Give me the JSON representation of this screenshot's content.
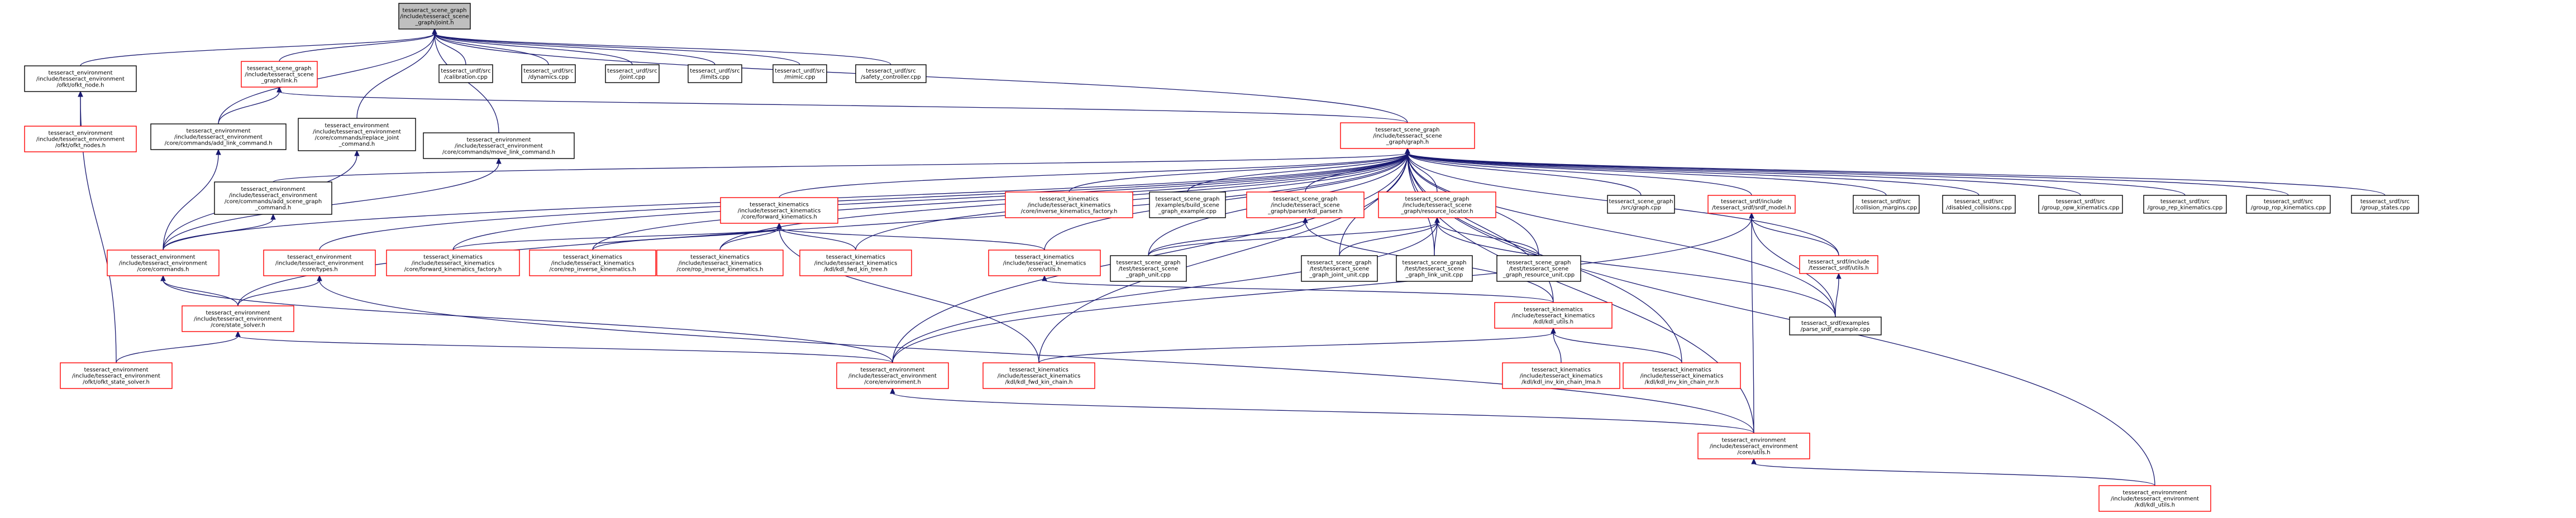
{
  "diagram": {
    "nodes": [
      {
        "id": "joint_h",
        "style": "root",
        "lines": [
          "tesseract_scene_graph",
          "/include/tesseract_scene",
          "_graph/joint.h"
        ]
      },
      {
        "id": "ofkt_node_h",
        "style": "black",
        "lines": [
          "tesseract_environment",
          "/include/tesseract_environment",
          "/ofkt/ofkt_node.h"
        ]
      },
      {
        "id": "link_h",
        "style": "red",
        "lines": [
          "tesseract_scene_graph",
          "/include/tesseract_scene",
          "_graph/link.h"
        ]
      },
      {
        "id": "urdf_calibration",
        "style": "black",
        "lines": [
          "tesseract_urdf/src",
          "/calibration.cpp"
        ]
      },
      {
        "id": "urdf_dynamics",
        "style": "black",
        "lines": [
          "tesseract_urdf/src",
          "/dynamics.cpp"
        ]
      },
      {
        "id": "urdf_joint",
        "style": "black",
        "lines": [
          "tesseract_urdf/src",
          "/joint.cpp"
        ]
      },
      {
        "id": "urdf_limits",
        "style": "black",
        "lines": [
          "tesseract_urdf/src",
          "/limits.cpp"
        ]
      },
      {
        "id": "urdf_mimic",
        "style": "black",
        "lines": [
          "tesseract_urdf/src",
          "/mimic.cpp"
        ]
      },
      {
        "id": "urdf_safety",
        "style": "black",
        "lines": [
          "tesseract_urdf/src",
          "/safety_controller.cpp"
        ]
      },
      {
        "id": "ofkt_nodes_h",
        "style": "red",
        "lines": [
          "tesseract_environment",
          "/include/tesseract_environment",
          "/ofkt/ofkt_nodes.h"
        ]
      },
      {
        "id": "add_link_cmd",
        "style": "black",
        "lines": [
          "tesseract_environment",
          "/include/tesseract_environment",
          "/core/commands/add_link_command.h"
        ]
      },
      {
        "id": "replace_joint_cmd",
        "style": "black",
        "lines": [
          "tesseract_environment",
          "/include/tesseract_environment",
          "/core/commands/replace_joint",
          "_command.h"
        ]
      },
      {
        "id": "move_link_cmd",
        "style": "black",
        "lines": [
          "tesseract_environment",
          "/include/tesseract_environment",
          "/core/commands/move_link_command.h"
        ]
      },
      {
        "id": "graph_h",
        "style": "red",
        "lines": [
          "tesseract_scene_graph",
          "/include/tesseract_scene",
          "_graph/graph.h"
        ]
      },
      {
        "id": "add_scene_graph_cmd",
        "style": "black",
        "lines": [
          "tesseract_environment",
          "/include/tesseract_environment",
          "/core/commands/add_scene_graph",
          "_command.h"
        ]
      },
      {
        "id": "forward_kinematics_h",
        "style": "red",
        "lines": [
          "tesseract_kinematics",
          "/include/tesseract_kinematics",
          "/core/forward_kinematics.h"
        ]
      },
      {
        "id": "inverse_kin_factory",
        "style": "red",
        "lines": [
          "tesseract_kinematics",
          "/include/tesseract_kinematics",
          "/core/inverse_kinematics_factory.h"
        ]
      },
      {
        "id": "build_scene_graph_example",
        "style": "black",
        "lines": [
          "tesseract_scene_graph",
          "/examples/build_scene",
          "_graph_example.cpp"
        ]
      },
      {
        "id": "kdl_parser_h",
        "style": "red",
        "lines": [
          "tesseract_scene_graph",
          "/include/tesseract_scene",
          "_graph/parser/kdl_parser.h"
        ]
      },
      {
        "id": "resource_locator_h",
        "style": "red",
        "lines": [
          "tesseract_scene_graph",
          "/include/tesseract_scene",
          "_graph/resource_locator.h"
        ]
      },
      {
        "id": "sg_graph_cpp",
        "style": "black",
        "lines": [
          "tesseract_scene_graph",
          "/src/graph.cpp"
        ]
      },
      {
        "id": "urdf_model_h",
        "style": "red",
        "lines": [
          "tesseract_srdf/include",
          "/tesseract_srdf/srdf_model.h"
        ]
      },
      {
        "id": "srdf_collision_margins",
        "style": "black",
        "lines": [
          "tesseract_srdf/src",
          "/collision_margins.cpp"
        ]
      },
      {
        "id": "srdf_disabled_collisions",
        "style": "black",
        "lines": [
          "tesseract_srdf/src",
          "/disabled_collisions.cpp"
        ]
      },
      {
        "id": "srdf_group_opw",
        "style": "black",
        "lines": [
          "tesseract_srdf/src",
          "/group_opw_kinematics.cpp"
        ]
      },
      {
        "id": "srdf_group_rep",
        "style": "black",
        "lines": [
          "tesseract_srdf/src",
          "/group_rep_kinematics.cpp"
        ]
      },
      {
        "id": "srdf_group_rop",
        "style": "black",
        "lines": [
          "tesseract_srdf/src",
          "/group_rop_kinematics.cpp"
        ]
      },
      {
        "id": "srdf_group_states",
        "style": "black",
        "lines": [
          "tesseract_srdf/src",
          "/group_states.cpp"
        ]
      },
      {
        "id": "commands_h",
        "style": "red",
        "lines": [
          "tesseract_environment",
          "/include/tesseract_environment",
          "/core/commands.h"
        ]
      },
      {
        "id": "types_h",
        "style": "red",
        "lines": [
          "tesseract_environment",
          "/include/tesseract_environment",
          "/core/types.h"
        ]
      },
      {
        "id": "fwd_kin_factory",
        "style": "red",
        "lines": [
          "tesseract_kinematics",
          "/include/tesseract_kinematics",
          "/core/forward_kinematics_factory.h"
        ]
      },
      {
        "id": "rep_inverse_kin",
        "style": "red",
        "lines": [
          "tesseract_kinematics",
          "/include/tesseract_kinematics",
          "/core/rep_inverse_kinematics.h"
        ]
      },
      {
        "id": "rop_inverse_kin",
        "style": "red",
        "lines": [
          "tesseract_kinematics",
          "/include/tesseract_kinematics",
          "/core/rop_inverse_kinematics.h"
        ]
      },
      {
        "id": "kdl_fwd_kin_tree",
        "style": "red",
        "lines": [
          "tesseract_kinematics",
          "/include/tesseract_kinematics",
          "/kdl/kdl_fwd_kin_tree.h"
        ]
      },
      {
        "id": "kin_utils_h",
        "style": "red",
        "lines": [
          "tesseract_kinematics",
          "/include/tesseract_kinematics",
          "/core/utils.h"
        ]
      },
      {
        "id": "sg_graph_unit",
        "style": "black",
        "lines": [
          "tesseract_scene_graph",
          "/test/tesseract_scene",
          "_graph_unit.cpp"
        ]
      },
      {
        "id": "sg_joint_unit",
        "style": "black",
        "lines": [
          "tesseract_scene_graph",
          "/test/tesseract_scene",
          "_graph_joint_unit.cpp"
        ]
      },
      {
        "id": "sg_link_unit",
        "style": "black",
        "lines": [
          "tesseract_scene_graph",
          "/test/tesseract_scene",
          "_graph_link_unit.cpp"
        ]
      },
      {
        "id": "sg_resource_unit",
        "style": "black",
        "lines": [
          "tesseract_scene_graph",
          "/test/tesseract_scene",
          "_graph_resource_unit.cpp"
        ]
      },
      {
        "id": "srdf_utils_h",
        "style": "red",
        "lines": [
          "tesseract_srdf/include",
          "/tesseract_srdf/utils.h"
        ]
      },
      {
        "id": "state_solver_h",
        "style": "red",
        "lines": [
          "tesseract_environment",
          "/include/tesseract_environment",
          "/core/state_solver.h"
        ]
      },
      {
        "id": "kdl_utils_h",
        "style": "red",
        "lines": [
          "tesseract_kinematics",
          "/include/tesseract_kinematics",
          "/kdl/kdl_utils.h"
        ]
      },
      {
        "id": "parse_srdf_example",
        "style": "black",
        "lines": [
          "tesseract_srdf/examples",
          "/parse_srdf_example.cpp"
        ]
      },
      {
        "id": "ofkt_state_solver",
        "style": "red",
        "lines": [
          "tesseract_environment",
          "/include/tesseract_environment",
          "/ofkt/ofkt_state_solver.h"
        ]
      },
      {
        "id": "environment_h",
        "style": "red",
        "lines": [
          "tesseract_environment",
          "/include/tesseract_environment",
          "/core/environment.h"
        ]
      },
      {
        "id": "kdl_fwd_kin_chain",
        "style": "red",
        "lines": [
          "tesseract_kinematics",
          "/include/tesseract_kinematics",
          "/kdl/kdl_fwd_kin_chain.h"
        ]
      },
      {
        "id": "kdl_inv_kin_chain_lma",
        "style": "red",
        "lines": [
          "tesseract_kinematics",
          "/include/tesseract_kinematics",
          "/kdl/kdl_inv_kin_chain_lma.h"
        ]
      },
      {
        "id": "kdl_inv_kin_chain_nr",
        "style": "red",
        "lines": [
          "tesseract_kinematics",
          "/include/tesseract_kinematics",
          "/kdl/kdl_inv_kin_chain_nr.h"
        ]
      },
      {
        "id": "env_utils_h",
        "style": "red",
        "lines": [
          "tesseract_environment",
          "/include/tesseract_environment",
          "/core/utils.h"
        ]
      },
      {
        "id": "env_kdl_utils_h",
        "style": "red",
        "lines": [
          "tesseract_environment",
          "/include/tesseract_environment",
          "/kdl/kdl_utils.h"
        ]
      }
    ],
    "edges": [
      [
        "joint_h",
        "ofkt_node_h"
      ],
      [
        "joint_h",
        "link_h"
      ],
      [
        "joint_h",
        "urdf_calibration"
      ],
      [
        "joint_h",
        "urdf_dynamics"
      ],
      [
        "joint_h",
        "urdf_joint"
      ],
      [
        "joint_h",
        "urdf_limits"
      ],
      [
        "joint_h",
        "urdf_mimic"
      ],
      [
        "joint_h",
        "urdf_safety"
      ],
      [
        "joint_h",
        "add_link_cmd"
      ],
      [
        "joint_h",
        "replace_joint_cmd"
      ],
      [
        "joint_h",
        "move_link_cmd"
      ],
      [
        "joint_h",
        "graph_h"
      ],
      [
        "ofkt_node_h",
        "ofkt_nodes_h"
      ],
      [
        "ofkt_node_h",
        "ofkt_state_solver"
      ],
      [
        "link_h",
        "add_link_cmd"
      ],
      [
        "link_h",
        "graph_h"
      ],
      [
        "add_link_cmd",
        "commands_h"
      ],
      [
        "replace_joint_cmd",
        "commands_h"
      ],
      [
        "move_link_cmd",
        "commands_h"
      ],
      [
        "add_scene_graph_cmd",
        "commands_h"
      ],
      [
        "graph_h",
        "add_scene_graph_cmd"
      ],
      [
        "graph_h",
        "commands_h"
      ],
      [
        "graph_h",
        "types_h"
      ],
      [
        "graph_h",
        "forward_kinematics_h"
      ],
      [
        "graph_h",
        "inverse_kin_factory"
      ],
      [
        "graph_h",
        "build_scene_graph_example"
      ],
      [
        "graph_h",
        "kdl_parser_h"
      ],
      [
        "graph_h",
        "resource_locator_h"
      ],
      [
        "graph_h",
        "sg_graph_cpp"
      ],
      [
        "graph_h",
        "urdf_model_h"
      ],
      [
        "graph_h",
        "srdf_collision_margins"
      ],
      [
        "graph_h",
        "srdf_disabled_collisions"
      ],
      [
        "graph_h",
        "srdf_group_opw"
      ],
      [
        "graph_h",
        "srdf_group_rep"
      ],
      [
        "graph_h",
        "srdf_group_rop"
      ],
      [
        "graph_h",
        "srdf_group_states"
      ],
      [
        "graph_h",
        "fwd_kin_factory"
      ],
      [
        "graph_h",
        "rep_inverse_kin"
      ],
      [
        "graph_h",
        "rop_inverse_kin"
      ],
      [
        "graph_h",
        "kdl_fwd_kin_tree"
      ],
      [
        "graph_h",
        "kin_utils_h"
      ],
      [
        "graph_h",
        "sg_graph_unit"
      ],
      [
        "graph_h",
        "sg_joint_unit"
      ],
      [
        "graph_h",
        "sg_link_unit"
      ],
      [
        "graph_h",
        "sg_resource_unit"
      ],
      [
        "graph_h",
        "srdf_utils_h"
      ],
      [
        "graph_h",
        "state_solver_h"
      ],
      [
        "graph_h",
        "environment_h"
      ],
      [
        "graph_h",
        "kdl_utils_h"
      ],
      [
        "graph_h",
        "kdl_fwd_kin_chain"
      ],
      [
        "graph_h",
        "parse_srdf_example"
      ],
      [
        "graph_h",
        "kdl_inv_kin_chain_nr"
      ],
      [
        "graph_h",
        "env_utils_h"
      ],
      [
        "graph_h",
        "env_kdl_utils_h"
      ],
      [
        "forward_kinematics_h",
        "fwd_kin_factory"
      ],
      [
        "forward_kinematics_h",
        "rep_inverse_kin"
      ],
      [
        "forward_kinematics_h",
        "rop_inverse_kin"
      ],
      [
        "forward_kinematics_h",
        "kdl_fwd_kin_tree"
      ],
      [
        "forward_kinematics_h",
        "kin_utils_h"
      ],
      [
        "forward_kinematics_h",
        "kdl_fwd_kin_chain"
      ],
      [
        "kdl_parser_h",
        "sg_graph_unit"
      ],
      [
        "kdl_parser_h",
        "kdl_utils_h"
      ],
      [
        "resource_locator_h",
        "sg_graph_unit"
      ],
      [
        "resource_locator_h",
        "sg_joint_unit"
      ],
      [
        "resource_locator_h",
        "sg_link_unit"
      ],
      [
        "resource_locator_h",
        "sg_resource_unit"
      ],
      [
        "resource_locator_h",
        "environment_h"
      ],
      [
        "resource_locator_h",
        "parse_srdf_example"
      ],
      [
        "urdf_model_h",
        "srdf_utils_h"
      ],
      [
        "urdf_model_h",
        "parse_srdf_example"
      ],
      [
        "urdf_model_h",
        "environment_h"
      ],
      [
        "urdf_model_h",
        "env_utils_h"
      ],
      [
        "srdf_utils_h",
        "parse_srdf_example"
      ],
      [
        "commands_h",
        "state_solver_h"
      ],
      [
        "commands_h",
        "environment_h"
      ],
      [
        "types_h",
        "state_solver_h"
      ],
      [
        "types_h",
        "env_utils_h"
      ],
      [
        "state_solver_h",
        "ofkt_state_solver"
      ],
      [
        "state_solver_h",
        "environment_h"
      ],
      [
        "kin_utils_h",
        "kdl_utils_h"
      ],
      [
        "kdl_utils_h",
        "kdl_fwd_kin_chain"
      ],
      [
        "kdl_utils_h",
        "kdl_inv_kin_chain_lma"
      ],
      [
        "kdl_utils_h",
        "kdl_inv_kin_chain_nr"
      ],
      [
        "environment_h",
        "env_utils_h"
      ],
      [
        "env_utils_h",
        "env_kdl_utils_h"
      ]
    ]
  }
}
